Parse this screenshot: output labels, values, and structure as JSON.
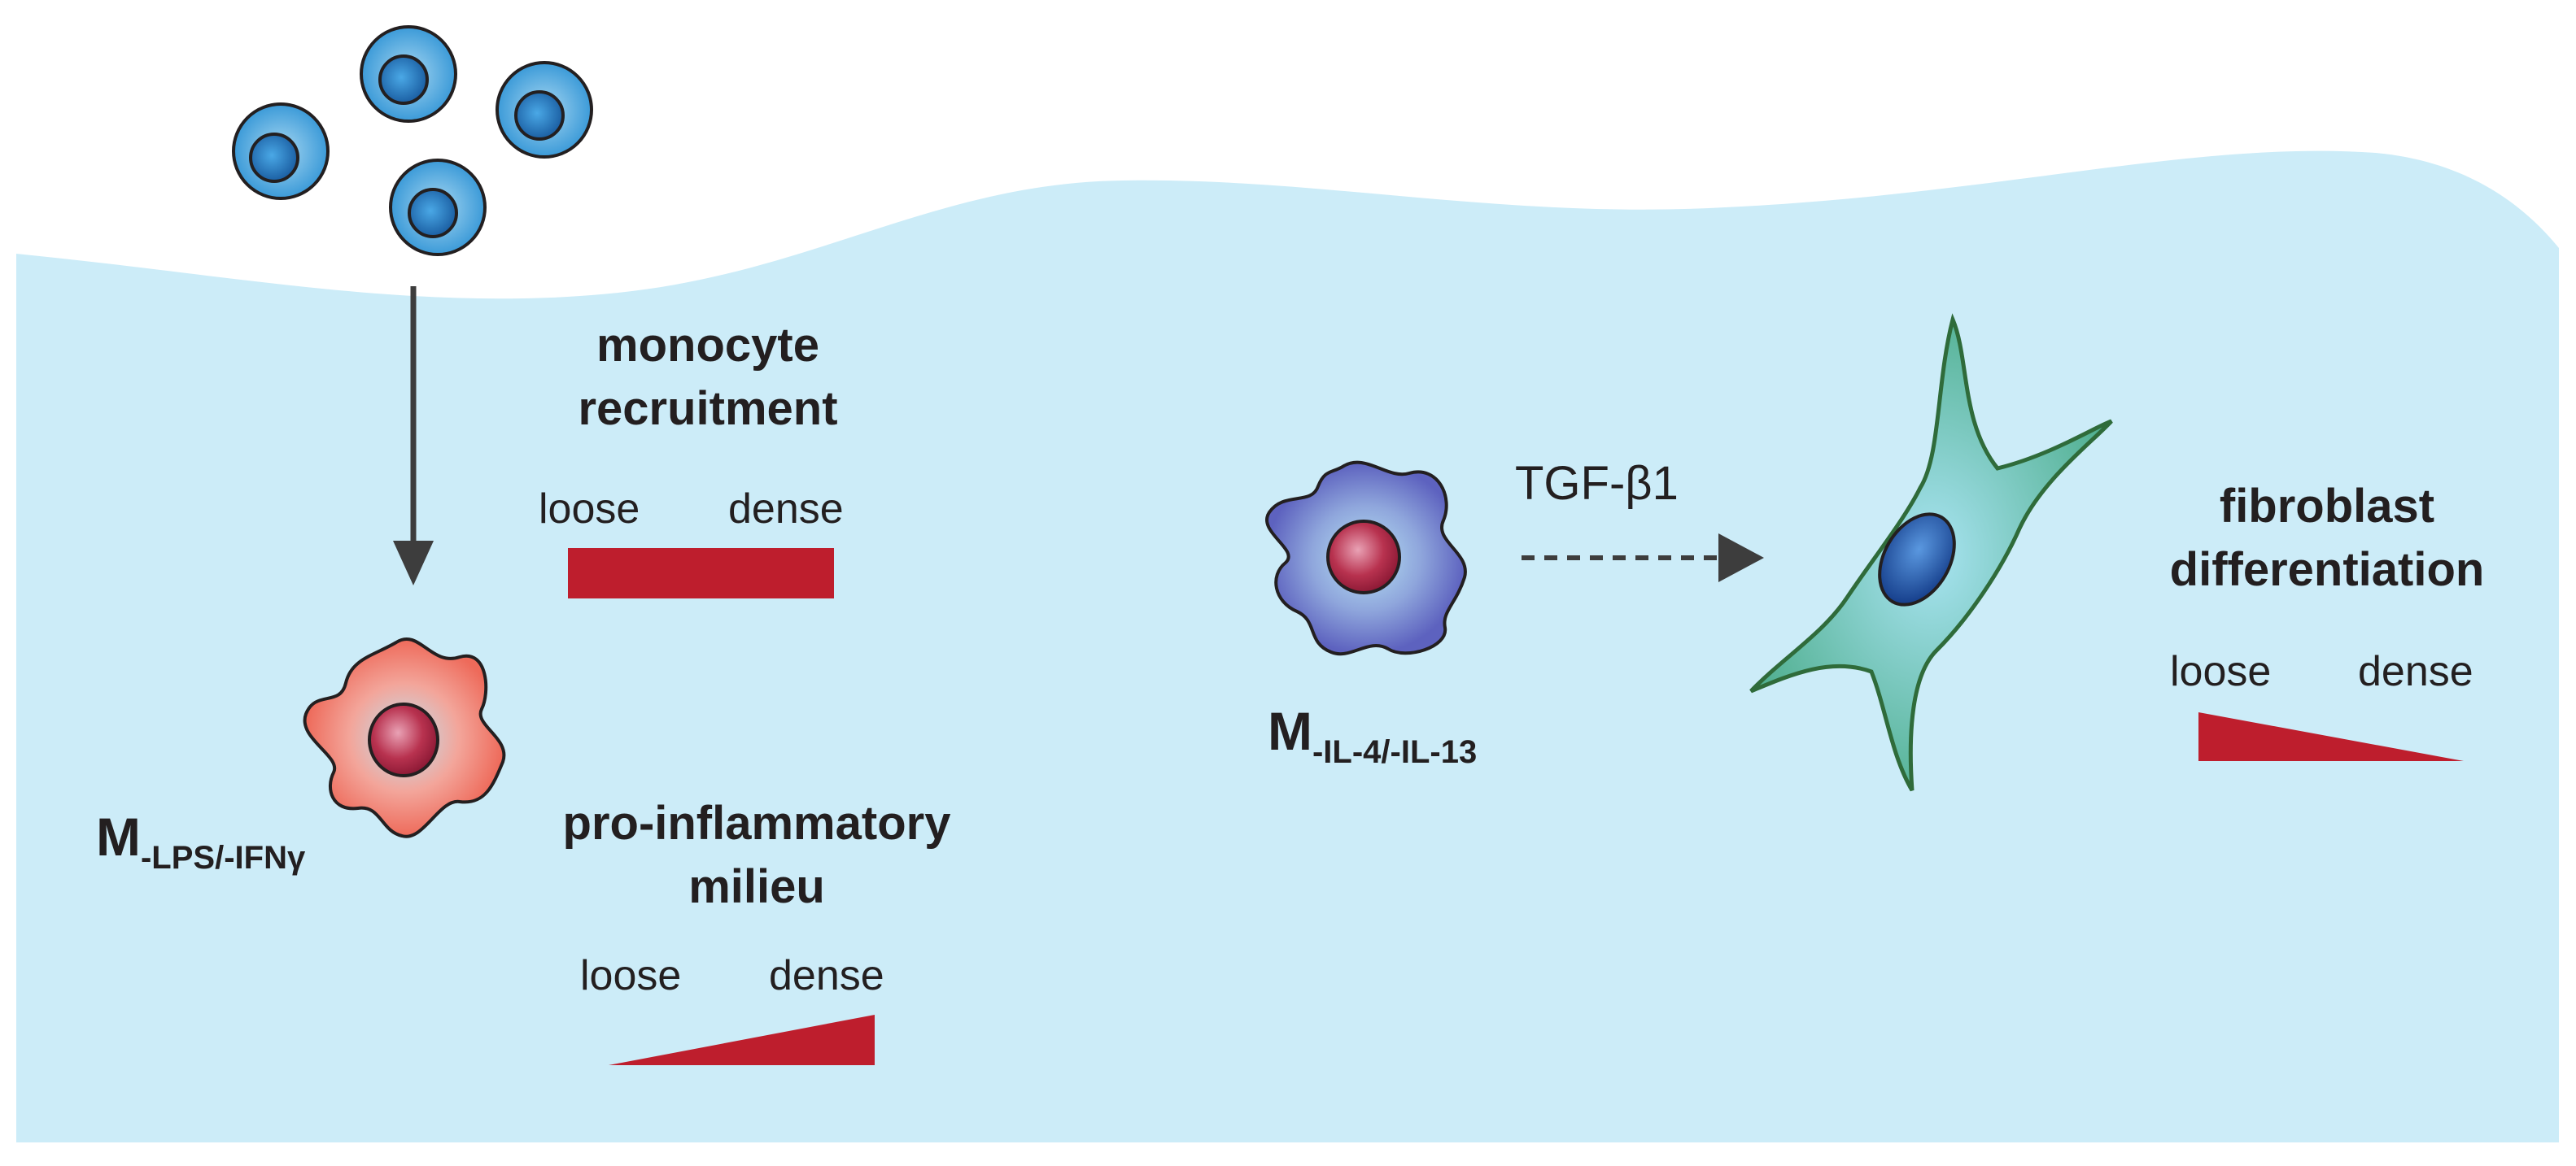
{
  "colors": {
    "tissue": "#ccecf8",
    "cell_outline": "#231f20",
    "monocyte_outer": "#3b9ad8",
    "monocyte_inner": "#1f6fb6",
    "m1_outer": "#f06a5c",
    "m2_outer": "#6a74c8",
    "nucleus": "#b02c4a",
    "fibroblast": "#6cc7b0",
    "fibroblast_nucleus": "#1c4fa0",
    "bar": "#be1e2d",
    "arrow": "#3d3d3d"
  },
  "icons": {
    "monocytes": "monocyte-cell-icon",
    "m_lps": "proinflammatory-macrophage-icon",
    "m_il4": "antiinflammatory-macrophage-icon",
    "fibroblast": "fibroblast-cell-icon"
  },
  "recruitment": {
    "title_line1": "monocyte",
    "title_line2": "recruitment",
    "loose": "loose",
    "dense": "dense",
    "trend": "constant"
  },
  "macrophage_lps": {
    "label_main": "M",
    "label_sub": "-LPS/-IFNγ"
  },
  "inflammatory": {
    "title_line1": "pro-inflammatory",
    "title_line2": "milieu",
    "loose": "loose",
    "dense": "dense",
    "trend": "increasing"
  },
  "macrophage_il4": {
    "label_main": "M",
    "label_sub": "-IL-4/-IL-13"
  },
  "signal": {
    "label": "TGF-β1"
  },
  "fibroblast": {
    "title_line1": "fibroblast",
    "title_line2": "differentiation",
    "loose": "loose",
    "dense": "dense",
    "trend": "decreasing"
  }
}
